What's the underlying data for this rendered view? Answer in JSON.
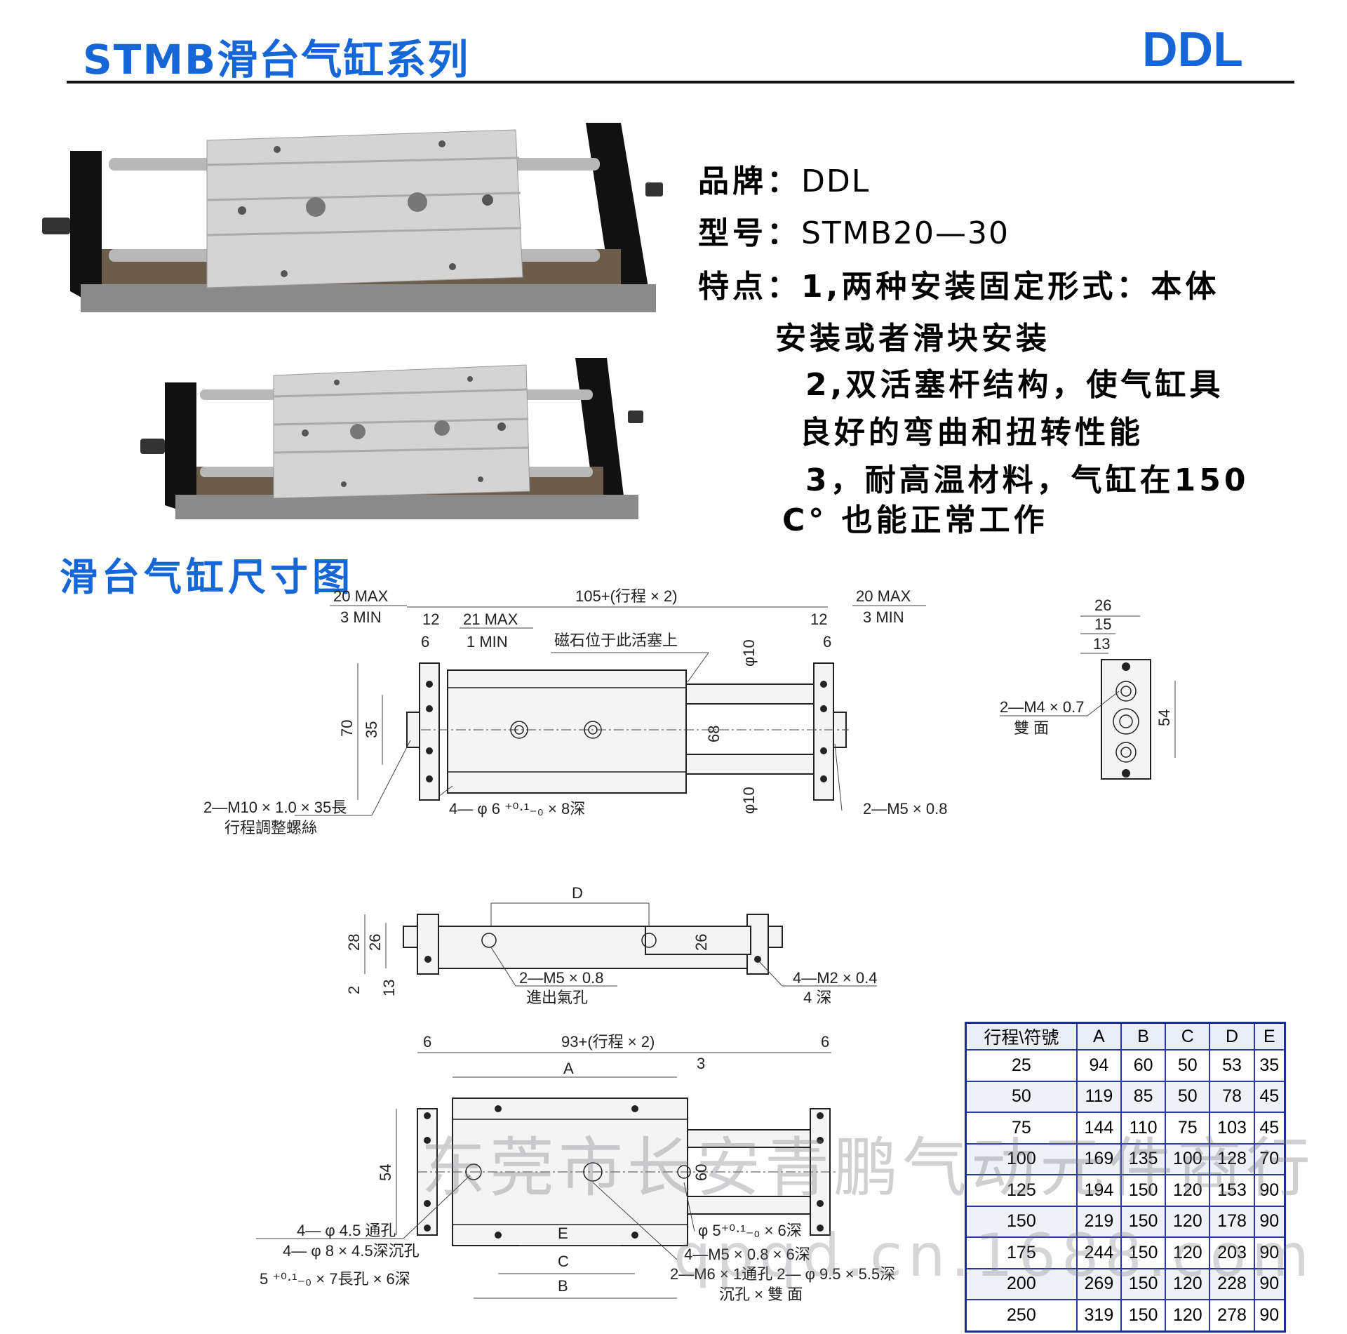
{
  "header": {
    "title": "STMB滑台气缸系列",
    "brand": "DDL"
  },
  "specs": {
    "brand_label": "品牌：",
    "brand_value": "DDL",
    "model_label": "型号：",
    "model_value": "STMB20—30",
    "features_label": "特点：",
    "feature_1a": "1,两种安装固定形式：本体",
    "feature_1b": "安装或者滑块安装",
    "feature_2a": "2,双活塞杆结构，使气缸具",
    "feature_2b": "良好的弯曲和扭转性能",
    "feature_3a": "3，耐高温材料，气缸在150",
    "feature_3b": "C° 也能正常工作"
  },
  "section": {
    "title": "滑台气缸尺寸图"
  },
  "drawing_top": {
    "d_20max_l": "20 MAX",
    "d_3min_l": "3 MIN",
    "d_105": "105+(行程 × 2)",
    "d_20max_r": "20 MAX",
    "d_3min_r": "3 MIN",
    "d_12_l": "12",
    "d_21max": "21 MAX",
    "d_1min": "1 MIN",
    "d_12_r": "12",
    "d_6_l": "6",
    "d_6_r": "6",
    "magnet_note": "磁石位于此活塞上",
    "d_phi10_top": "φ10",
    "d_phi10_bot": "φ10",
    "d_70": "70",
    "d_35": "35",
    "d_68": "68",
    "note_m10": "2—M10 × 1.0 × 35長",
    "note_m10b": "行程調整螺絲",
    "note_phi6": "4— φ 6 ⁺⁰·¹₋₀ × 8深",
    "note_m5": "2—M5 × 0.8"
  },
  "drawing_side": {
    "d_26": "26",
    "d_15": "15",
    "d_13": "13",
    "d_54": "54",
    "note_m4": "2—M4 × 0.7",
    "note_m4b": "雙 面"
  },
  "drawing_mid": {
    "d_D": "D",
    "d_28": "28",
    "d_26": "26",
    "d_2": "2",
    "d_13": "13",
    "d_26r": "26",
    "note_m5": "2—M5 × 0.8",
    "note_m5b": "進出氣孔",
    "note_m2": "4—M2 × 0.4",
    "note_m2b": "4 深"
  },
  "drawing_bottom": {
    "d_6_l": "6",
    "d_93": "93+(行程 × 2)",
    "d_6_r": "6",
    "d_A": "A",
    "d_3": "3",
    "d_54": "54",
    "d_60": "60",
    "d_E": "E",
    "d_C": "C",
    "d_B": "B",
    "note_1": "4— φ 4.5 通孔",
    "note_2": "4— φ 8 × 4.5深沉孔",
    "note_3": "5 ⁺⁰·¹₋₀ × 7長孔 × 6深",
    "note_4": "φ 5⁺⁰·¹₋₀ × 6深",
    "note_5": "4—M5 × 0.8 × 6深",
    "note_6": "2—M6 × 1通孔 2— φ 9.5 × 5.5深",
    "note_7": "沉孔 × 雙 面"
  },
  "table": {
    "headers": [
      "行程\\符號",
      "A",
      "B",
      "C",
      "D",
      "E"
    ],
    "rows": [
      [
        "25",
        "94",
        "60",
        "50",
        "53",
        "35"
      ],
      [
        "50",
        "119",
        "85",
        "50",
        "78",
        "45"
      ],
      [
        "75",
        "144",
        "110",
        "75",
        "103",
        "45"
      ],
      [
        "100",
        "169",
        "135",
        "100",
        "128",
        "70"
      ],
      [
        "125",
        "194",
        "150",
        "120",
        "153",
        "90"
      ],
      [
        "150",
        "219",
        "150",
        "120",
        "178",
        "90"
      ],
      [
        "175",
        "244",
        "150",
        "120",
        "203",
        "90"
      ],
      [
        "200",
        "269",
        "150",
        "120",
        "228",
        "90"
      ],
      [
        "250",
        "319",
        "150",
        "120",
        "278",
        "90"
      ]
    ]
  },
  "watermark": {
    "line1": "东莞市长安青鹏气动元件商行",
    "line2": "qpqd.cn.1688.com"
  },
  "colors": {
    "accent": "#1566d6",
    "table_border": "#2a3aa0"
  }
}
